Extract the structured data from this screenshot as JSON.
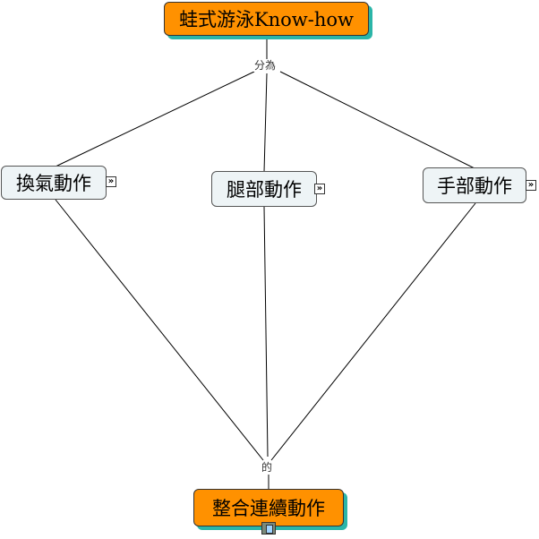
{
  "nodes": {
    "top": "蛙式游泳Know-how",
    "breathing": "換氣動作",
    "legs": "腿部動作",
    "arms": "手部動作",
    "bottom": "整合連續動作"
  },
  "links": {
    "top_label": "分為",
    "bottom_label": "的"
  },
  "icons": {
    "expand": "expand-arrows-icon",
    "media": "film-icon"
  },
  "colors": {
    "primary_node": "#ff9100",
    "shadow": "#2bb5a8",
    "secondary_node": "#eef4f6"
  }
}
